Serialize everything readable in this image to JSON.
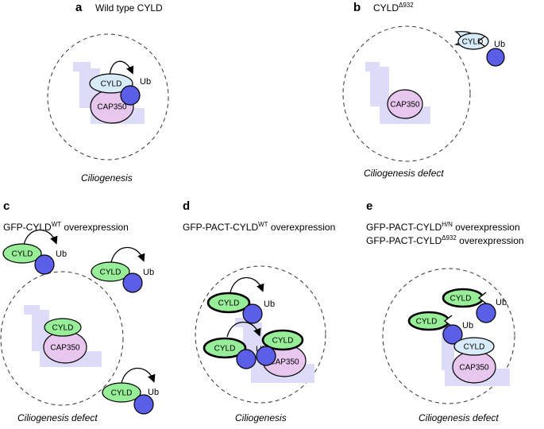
{
  "panels": {
    "a": {
      "letter": "a",
      "title": "Wild type CYLD",
      "caption": "Ciliogenesis"
    },
    "b": {
      "letter": "b",
      "title_base": "CYLD",
      "title_sup": "Δ932",
      "caption": "Ciliogenesis defect"
    },
    "c": {
      "letter": "c",
      "title_base": "GFP-CYLD",
      "title_sup": "WT",
      "title_suffix": " overexpression",
      "caption": "Ciliogenesis defect"
    },
    "d": {
      "letter": "d",
      "title_base": "GFP-PACT-CYLD",
      "title_sup": "WT",
      "title_suffix": " overexpression",
      "caption": "Ciliogenesis"
    },
    "e": {
      "letter": "e",
      "line1_base": "GFP-PACT-CYLD",
      "line1_sup": "H/N",
      "line1_suffix": " overexpression",
      "line2_base": "GFP-PACT-CYLD",
      "line2_sup": "Δ932",
      "line2_suffix": " overexpression",
      "caption": "Ciliogenesis defect"
    }
  },
  "labels": {
    "cyld": "CYLD",
    "cap350": "CAP350",
    "ub": "Ub"
  },
  "colors": {
    "cyld_wt": "#d8ebf8",
    "gfp_cyld": "#98ee98",
    "cap350": "#e8c7ef",
    "ubiquitin": "#5b5fe8",
    "centriole": "#dcdcf8"
  }
}
